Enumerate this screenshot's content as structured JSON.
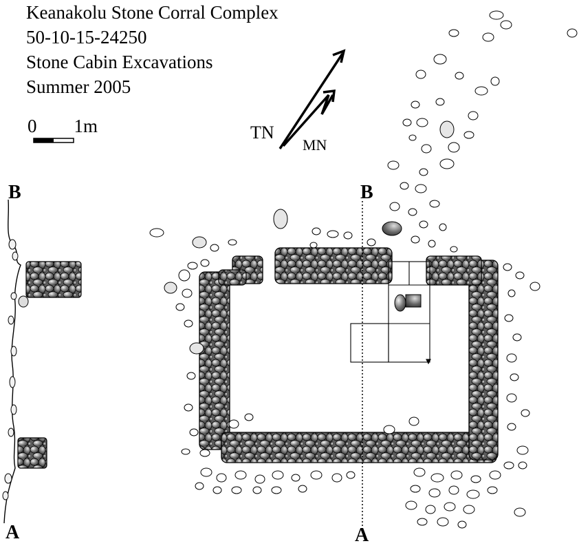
{
  "title": {
    "line1": "Keanakolu Stone Corral Complex",
    "line2": "50-10-15-24250",
    "line3": "Stone Cabin Excavations",
    "line4": "Summer 2005"
  },
  "scale": {
    "zero": "0",
    "end": "1m"
  },
  "north": {
    "true_north": "TN",
    "magnetic_north": "MN"
  },
  "profile": {
    "top": "B",
    "bottom": "A"
  },
  "section": {
    "top": "B",
    "bottom": "A"
  },
  "colors": {
    "stone_dark": "#555555",
    "stone_light": "#e6e6e6",
    "line": "#000000"
  }
}
